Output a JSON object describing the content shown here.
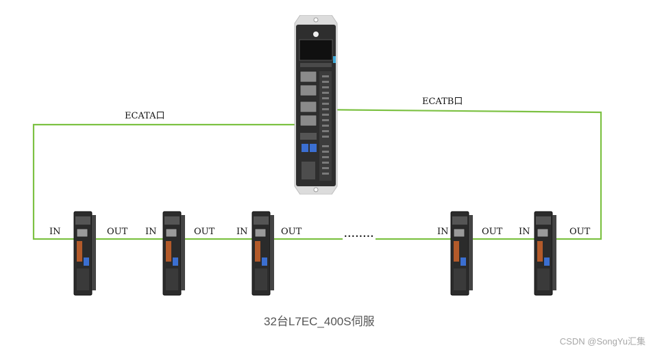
{
  "controller": {
    "icon": "motion-controller-icon",
    "port_a_label": "ECATA口",
    "port_b_label": "ECATB口"
  },
  "servo": {
    "icon": "servo-drive-icon",
    "in_label": "IN",
    "out_label": "OUT"
  },
  "ellipsis": "........",
  "caption": "32台L7EC_400S伺服",
  "watermark": "CSDN @SongYu汇集",
  "colors": {
    "cable": "#7cc142",
    "text": "#111111",
    "caption": "#555555",
    "watermark": "#a7a7a7"
  }
}
